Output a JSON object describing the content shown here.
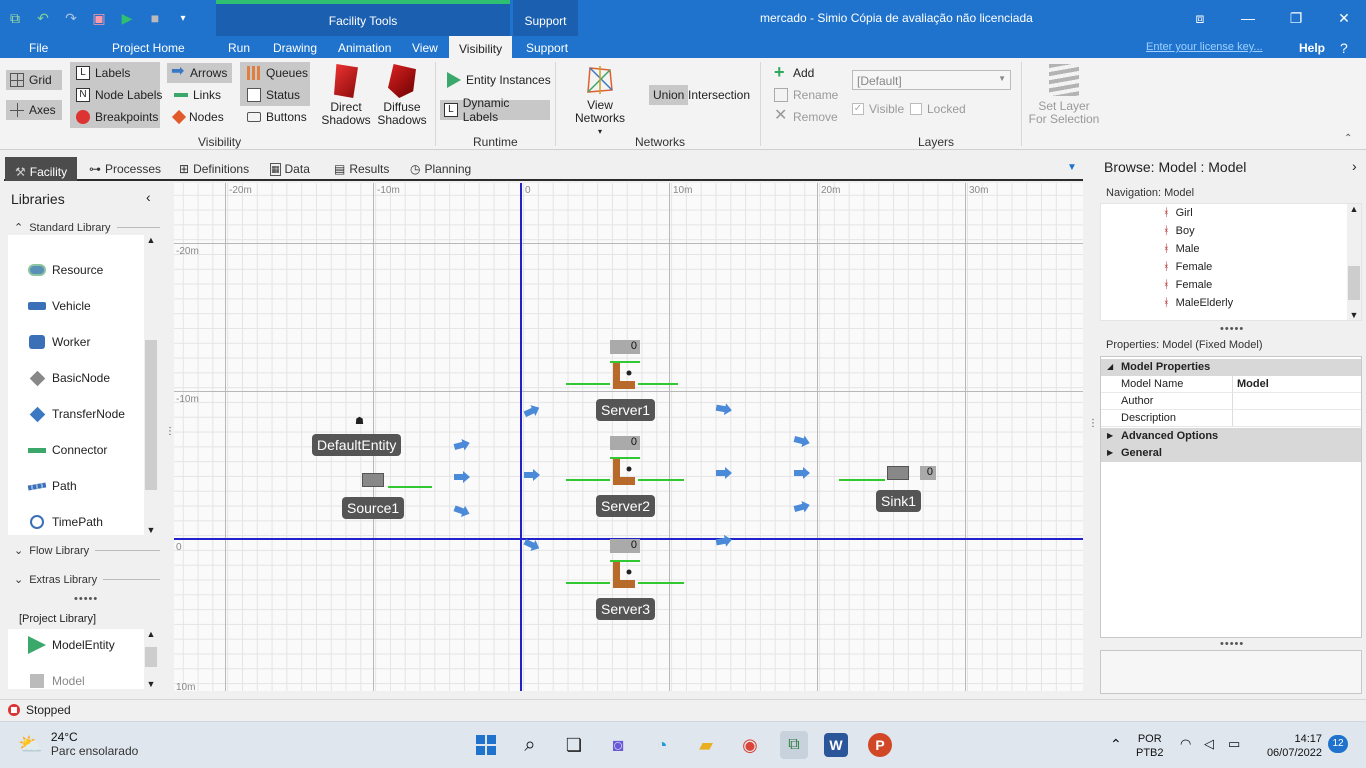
{
  "window": {
    "title": "mercado - Simio Cópia de avaliação não licenciada",
    "context_facility": "Facility Tools",
    "context_support": "Support"
  },
  "tabs": [
    "File",
    "Project Home",
    "Run",
    "Drawing",
    "Animation",
    "View",
    "Visibility",
    "Support"
  ],
  "license_link": "Enter your license key...",
  "help": "Help",
  "ribbon": {
    "grid": "Grid",
    "axes": "Axes",
    "labels": "Labels",
    "node_labels": "Node Labels",
    "breakpoints": "Breakpoints",
    "arrows": "Arrows",
    "links": "Links",
    "nodes": "Nodes",
    "queues": "Queues",
    "status": "Status",
    "buttons": "Buttons",
    "direct_shadows": "Direct Shadows",
    "diffuse_shadows": "Diffuse Shadows",
    "entity_instances": "Entity Instances",
    "dynamic_labels": "Dynamic Labels",
    "view_networks": "View Networks",
    "union": "Union",
    "intersection": "Intersection",
    "add": "Add",
    "rename": "Rename",
    "remove": "Remove",
    "layer_combo": "[Default]",
    "visible": "Visible",
    "locked": "Locked",
    "set_layer": "Set Layer For Selection",
    "groups": {
      "visibility": "Visibility",
      "runtime": "Runtime",
      "networks": "Networks",
      "layers": "Layers"
    }
  },
  "subtabs": [
    "Facility",
    "Processes",
    "Definitions",
    "Data",
    "Results",
    "Planning"
  ],
  "libraries": {
    "title": "Libraries",
    "standard": "Standard Library",
    "items": [
      "Resource",
      "Vehicle",
      "Worker",
      "BasicNode",
      "TransferNode",
      "Connector",
      "Path",
      "TimePath"
    ],
    "flow": "Flow Library",
    "extras": "Extras Library",
    "project": "[Project Library]",
    "project_items": [
      "ModelEntity",
      "Model"
    ]
  },
  "canvas": {
    "ruler_x": [
      "-20m",
      "-10m",
      "0",
      "10m",
      "20m",
      "30m"
    ],
    "ruler_y": [
      "-20m",
      "-10m",
      "0",
      "10m"
    ],
    "objects": {
      "default_entity": "DefaultEntity",
      "source": "Source1",
      "server1": "Server1",
      "server2": "Server2",
      "server3": "Server3",
      "sink": "Sink1"
    },
    "queues": {
      "server1": "0",
      "server2": "0",
      "server3": "0",
      "sink": "0"
    }
  },
  "browse": {
    "title": "Browse: Model : Model",
    "nav_label": "Navigation: Model",
    "nav_items": [
      "Girl",
      "Boy",
      "Male",
      "Female",
      "Female",
      "MaleElderly"
    ],
    "props_label": "Properties: Model (Fixed Model)",
    "cat_model": "Model Properties",
    "rows": [
      {
        "k": "Model Name",
        "v": "Model"
      },
      {
        "k": "Author",
        "v": ""
      },
      {
        "k": "Description",
        "v": ""
      }
    ],
    "cat_advanced": "Advanced Options",
    "cat_general": "General"
  },
  "status": "Stopped",
  "taskbar": {
    "temp": "24°C",
    "weather": "Parc ensolarado",
    "lang1": "POR",
    "lang2": "PTB2",
    "time": "14:17",
    "date": "06/07/2022",
    "notifications": "12"
  },
  "colors": {
    "accent": "#1f73cc",
    "connector": "#32c832",
    "axis": "#2222cc"
  }
}
